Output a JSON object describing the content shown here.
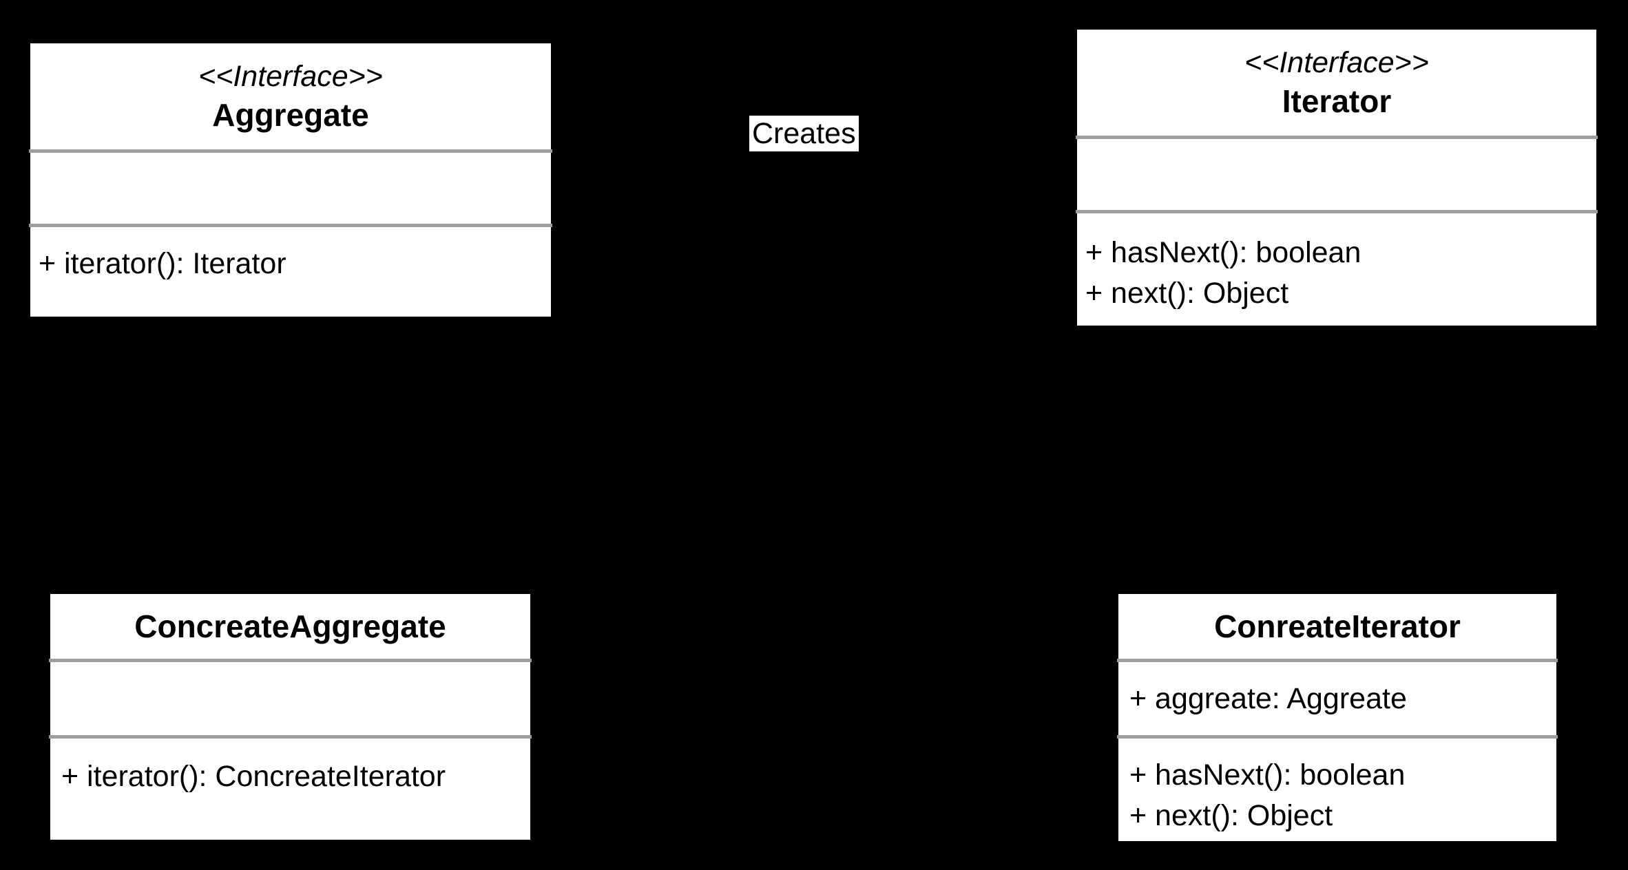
{
  "diagram": {
    "background": "#000000",
    "colors": {
      "box_fill": "#ffffff",
      "divider": "#9e9e9e",
      "text": "#000000"
    },
    "relationship_label": {
      "text": "Creates"
    },
    "classes": [
      {
        "stereotype": "<<Interface>>",
        "name": "Aggregate",
        "attributes": [],
        "methods": [
          "+ iterator(): Iterator"
        ]
      },
      {
        "stereotype": "<<Interface>>",
        "name": "Iterator",
        "attributes": [],
        "methods": [
          "+ hasNext(): boolean",
          "+ next(): Object"
        ]
      },
      {
        "stereotype": "",
        "name": "ConcreateAggregate",
        "attributes": [],
        "methods": [
          "+ iterator(): ConcreateIterator"
        ]
      },
      {
        "stereotype": "",
        "name": "ConreateIterator",
        "attributes": [
          "+ aggreate: Aggreate"
        ],
        "methods": [
          "+ hasNext(): boolean",
          "+ next(): Object"
        ]
      }
    ]
  }
}
